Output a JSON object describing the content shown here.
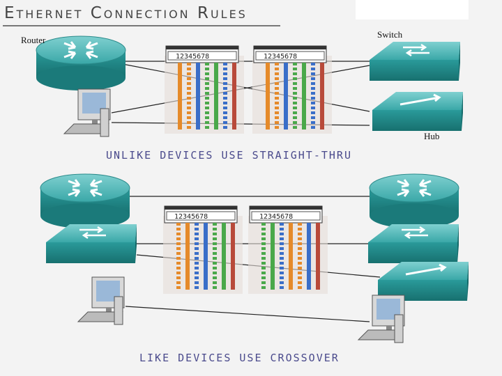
{
  "title": "Ethernet Connection Rules",
  "labels": {
    "router": "Router",
    "switch": "Switch",
    "hub": "Hub"
  },
  "captions": {
    "straight": "UNLIKE DEVICES USE STRAIGHT-THRU",
    "crossover": "LIKE DEVICES USE CROSSOVER"
  },
  "pin_numbers": "12345678",
  "colors": {
    "device_teal": "#2fa4a4",
    "wire_orange": "#e58a2a",
    "wire_green": "#4aa84a",
    "wire_blue": "#3a6ec8",
    "wire_brown": "#b84a3a",
    "caption_text": "#4a4a8c"
  },
  "icons": [
    "router-icon",
    "switch-icon",
    "hub-icon",
    "computer-icon",
    "rj45-connector-icon"
  ]
}
